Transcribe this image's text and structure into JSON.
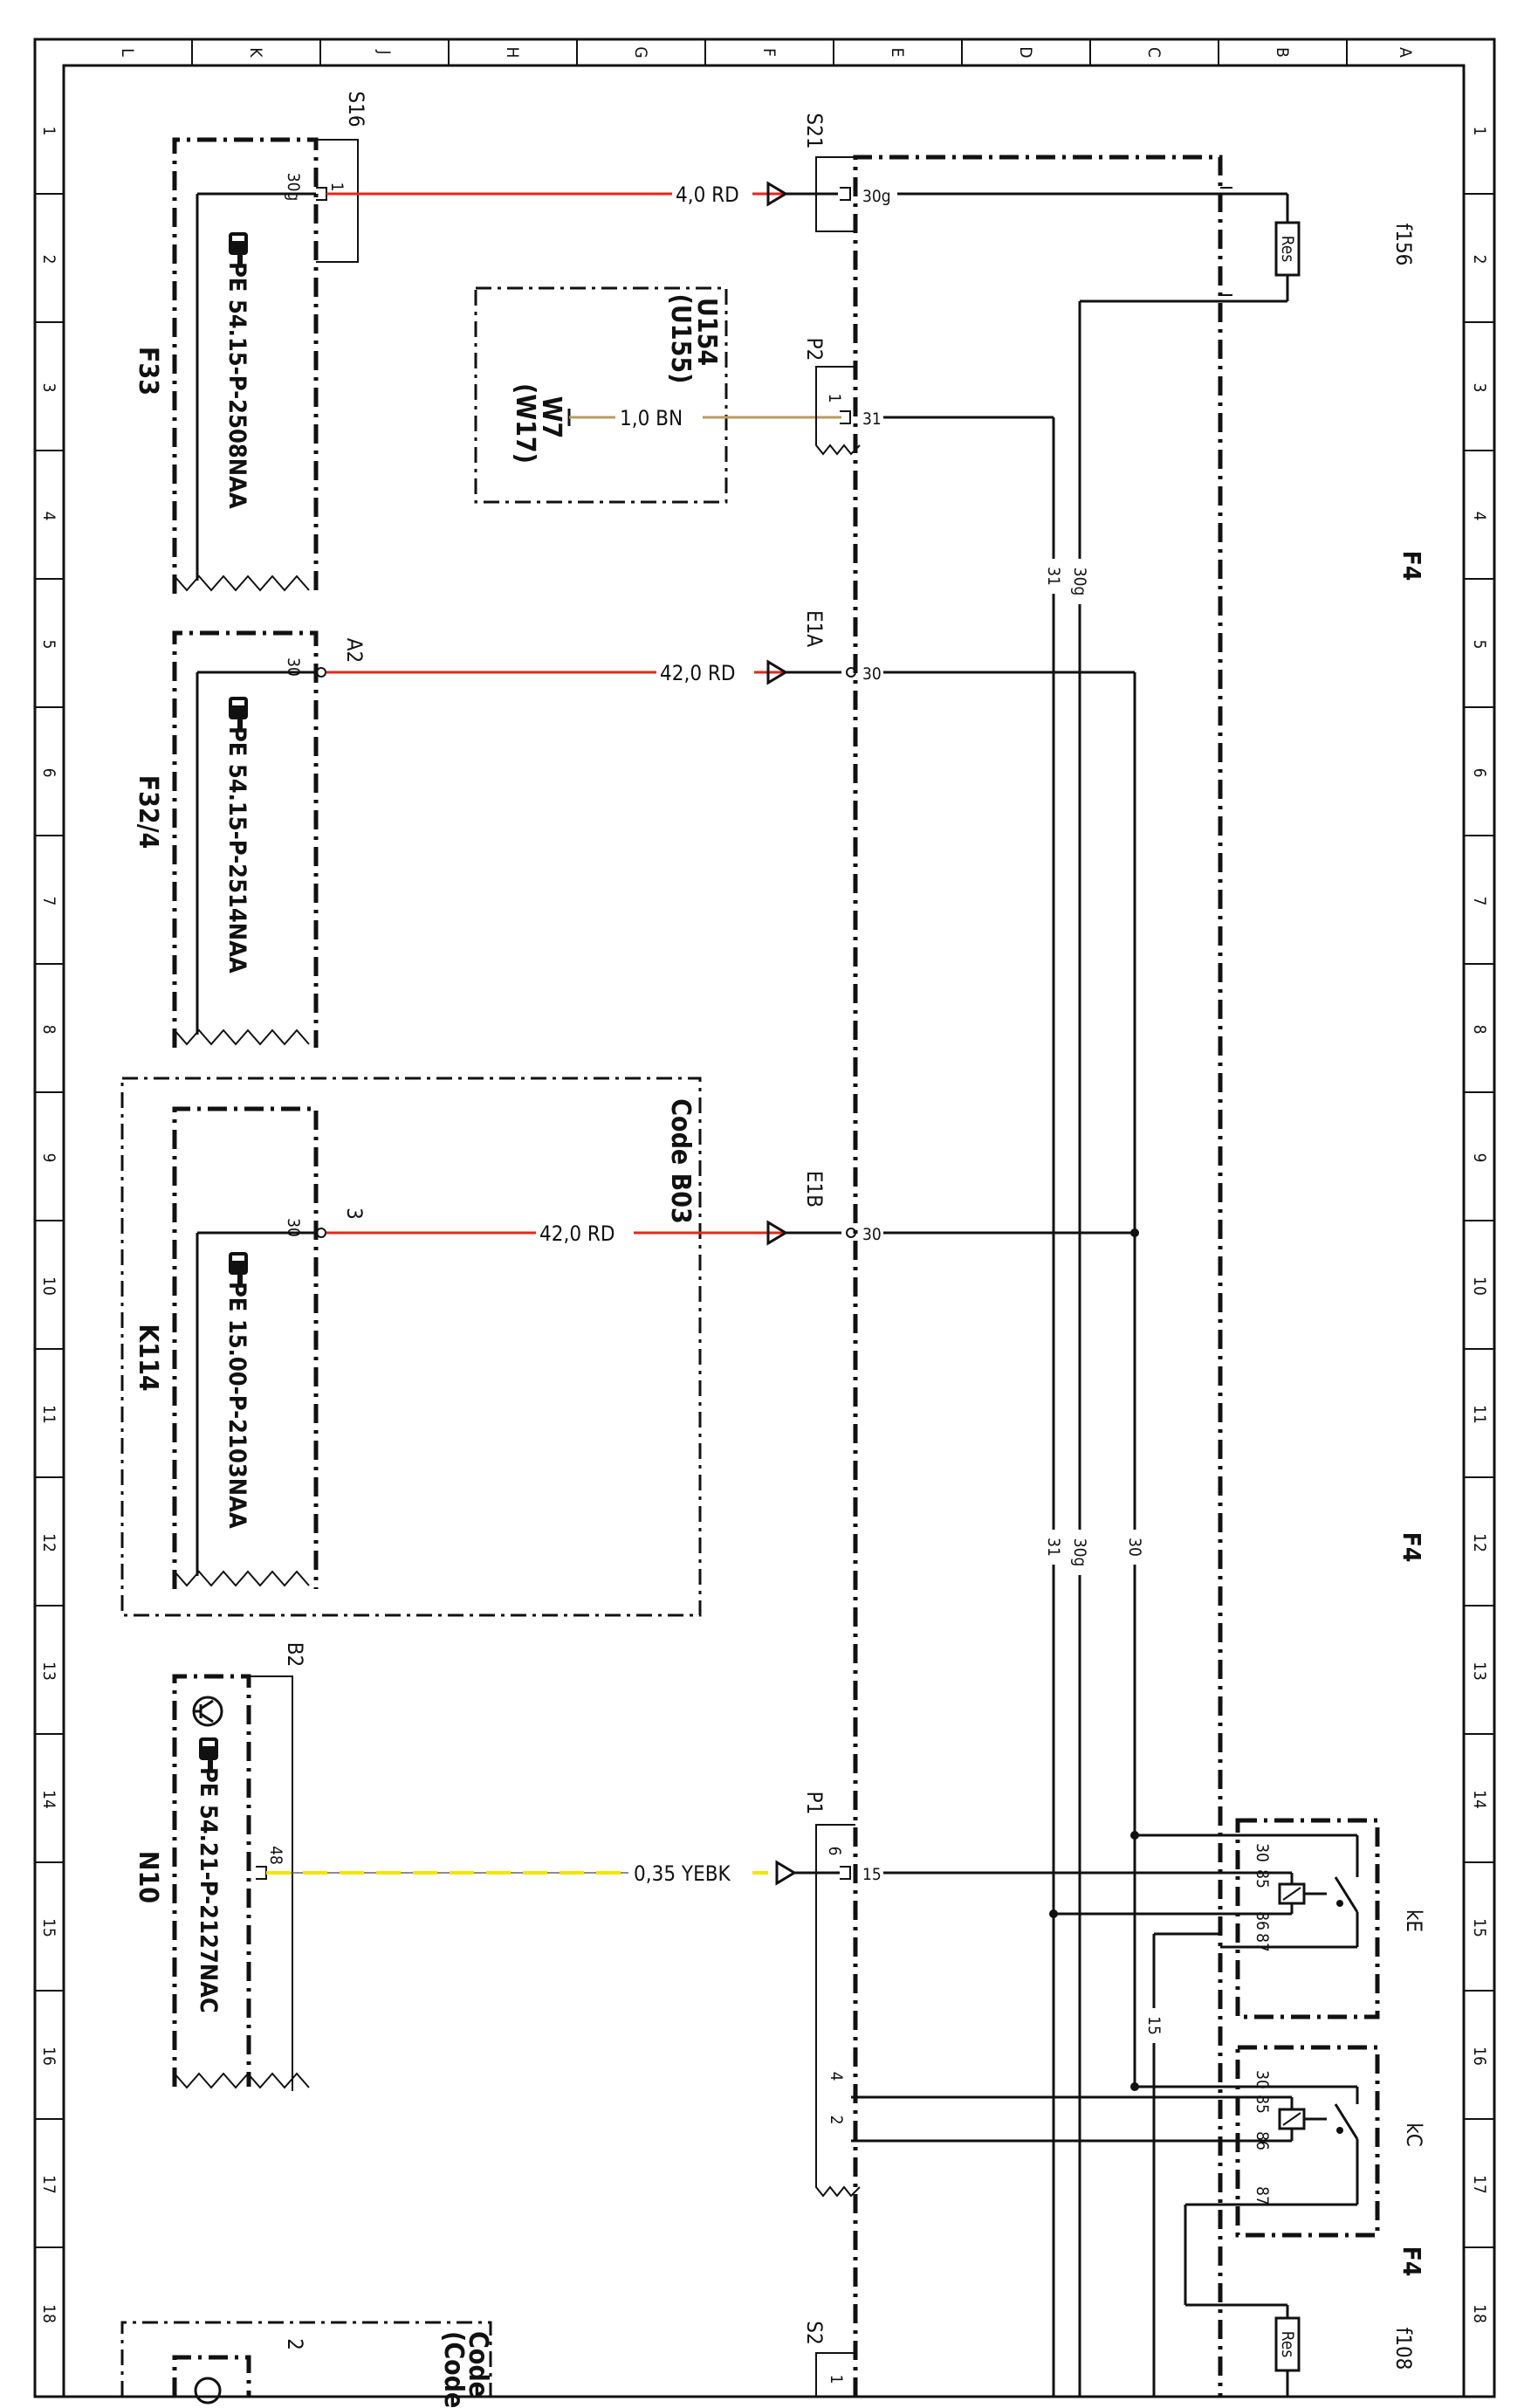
{
  "sheet": {
    "columns": [
      "A",
      "B",
      "C",
      "D",
      "E",
      "F",
      "G",
      "H",
      "J",
      "K",
      "L"
    ],
    "rows": [
      "1",
      "2",
      "3",
      "4",
      "5",
      "6",
      "7",
      "8",
      "9",
      "10",
      "11",
      "12",
      "13",
      "14",
      "15",
      "16",
      "17",
      "18"
    ]
  },
  "components": {
    "f33": {
      "name": "F33",
      "ref": "PE 54.15-P-2508NAA",
      "connector": "S16",
      "pin_num": "1",
      "pin_term": "30g"
    },
    "f32_4": {
      "name": "F32/4",
      "ref": "PE 54.15-P-2514NAA",
      "connector": "A2",
      "pin_term": "30"
    },
    "k114": {
      "name": "K114",
      "ref": "PE 15.00-P-2103NAA",
      "connector": "3",
      "pin_term": "30",
      "code": "Code B03"
    },
    "n10": {
      "name": "N10",
      "ref": "PE 54.21-P-2127NAC",
      "connector": "B2",
      "pin_term": "48"
    },
    "u154": {
      "line1": "U154",
      "line2": "(U155)"
    },
    "w7": {
      "line1": "W7",
      "line2": "(W17)"
    },
    "f4": {
      "name": "F4",
      "name_mid": "F4",
      "name_bottom": "F4"
    },
    "f156": {
      "name": "f156",
      "resistor": "Res"
    },
    "f108": {
      "name": "f108",
      "resistor": "Res"
    },
    "relay_ke": {
      "name": "kE",
      "pins": [
        "30",
        "85",
        "86",
        "87"
      ]
    },
    "relay_kc": {
      "name": "kC",
      "pins": [
        "30",
        "85",
        "86",
        "87"
      ]
    },
    "bottom_code": {
      "line1": "Code",
      "line2": "(Code",
      "pin": "2"
    }
  },
  "connectors": {
    "s21": {
      "name": "S21",
      "pin": "30g"
    },
    "p2": {
      "name": "P2",
      "pin_num": "1",
      "pin": "31"
    },
    "e1a": {
      "name": "E1A",
      "pin": "30"
    },
    "e1b": {
      "name": "E1B",
      "pin": "30"
    },
    "p1": {
      "name": "P1",
      "pin_num": "6",
      "pin": "15",
      "pin_a": "4",
      "pin_b": "2"
    },
    "s2": {
      "name": "S2",
      "pin_num": "1"
    }
  },
  "wires": {
    "w1": {
      "label": "4,0 RD",
      "color": "#e8261b"
    },
    "w2": {
      "label": "1,0 BN",
      "color": "#b89b63"
    },
    "w3": {
      "label": "42,0 RD",
      "color": "#e8261b"
    },
    "w4": {
      "label": "42,0 RD",
      "color": "#e8261b"
    },
    "w5": {
      "label": "0,35 YEBK",
      "color": "#f2e600"
    }
  },
  "bus_labels": {
    "upper_31": "31",
    "upper_30g": "30g",
    "mid_31": "31",
    "mid_30g": "30g",
    "mid_30": "30",
    "lower_15": "15"
  },
  "icons": {
    "ref_hand": "pointing-hand-icon",
    "transistor": "transistor-symbol-icon",
    "relay": "relay-coil-icon"
  }
}
